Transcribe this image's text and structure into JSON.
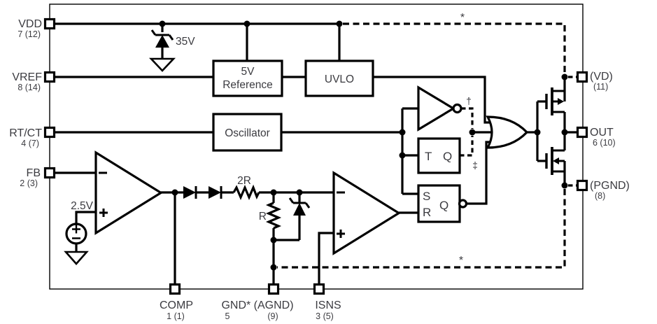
{
  "pins": {
    "vdd": {
      "name": "VDD",
      "number": "7 (12)"
    },
    "vref": {
      "name": "VREF",
      "number": "8 (14)"
    },
    "rtct": {
      "name": "RT/CT",
      "number": "4 (7)"
    },
    "fb": {
      "name": "FB",
      "number": "2 (3)"
    },
    "comp": {
      "name": "COMP",
      "number": "1 (1)"
    },
    "gnd": {
      "name": "GND* (AGND)",
      "number": "5",
      "number2": "(9)"
    },
    "isns": {
      "name": "ISNS",
      "number": "3 (5)"
    },
    "vd": {
      "name": "(VD)",
      "number": "(11)"
    },
    "out": {
      "name": "OUT",
      "number": "6 (10)"
    },
    "pgnd": {
      "name": "(PGND)",
      "number": "(8)"
    }
  },
  "blocks": {
    "reference_line1": "5V",
    "reference_line2": "Reference",
    "uvlo": "UVLO",
    "oscillator": "Oscillator",
    "tff_t": "T",
    "tff_q": "Q",
    "sr_s": "S",
    "sr_r": "R",
    "sr_q": "Q"
  },
  "annotations": {
    "vdd_zener": "35V",
    "ref_voltage": "2.5V",
    "resistor_2r": "2R",
    "resistor_r": "R",
    "dagger": "†",
    "double_dagger": "‡",
    "star_top": "*",
    "star_bottom": "*"
  },
  "colors": {
    "line": "#000000",
    "text": "#3b3b40",
    "background": "#ffffff"
  }
}
